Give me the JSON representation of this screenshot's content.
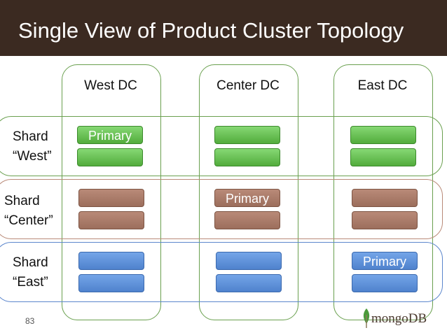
{
  "title": "Single View of Product Cluster Topology",
  "datacenters": [
    "West DC",
    "Center DC",
    "East DC"
  ],
  "shards": [
    {
      "label": "Shard\n“West”",
      "primary_label": "Primary",
      "primary_dc": "West DC"
    },
    {
      "label": "Shard\n“Center”",
      "primary_label": "Primary",
      "primary_dc": "Center DC"
    },
    {
      "label": "Shard\n“East”",
      "primary_label": "Primary",
      "primary_dc": "East DC"
    }
  ],
  "colors": {
    "title_bar": "#3b2a21",
    "dc_border": "#6aa04f",
    "shard_west": "#6aa04f",
    "shard_center": "#b98a78",
    "shard_east": "#5b86cc",
    "node_green": "#5fb84a",
    "node_brown": "#a87664",
    "node_blue": "#5b8ed8"
  },
  "footer": {
    "slide_number": "83",
    "logo_text": "mongoDB",
    "logo_icon": "leaf-icon"
  }
}
